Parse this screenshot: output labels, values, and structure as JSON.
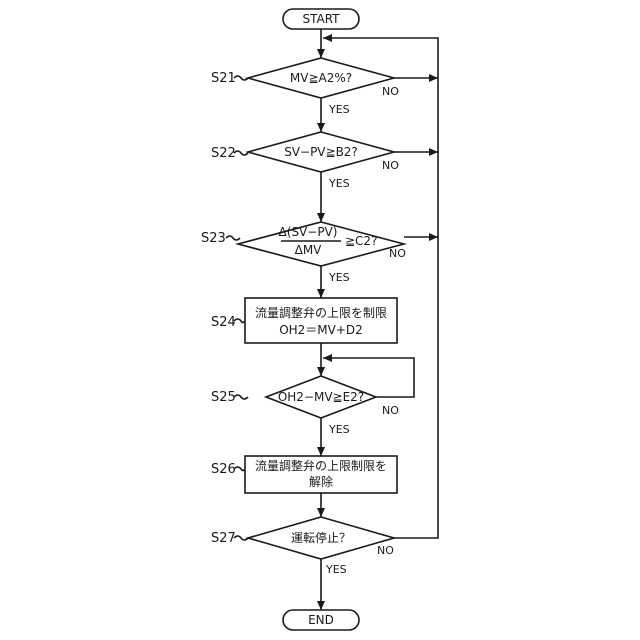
{
  "terminals": {
    "start": "START",
    "end": "END"
  },
  "steps": {
    "s21": {
      "label": "S21",
      "text": "MV≧A2%?",
      "yes": "YES",
      "no": "NO"
    },
    "s22": {
      "label": "S22",
      "text": "SV−PV≧B2?",
      "yes": "YES",
      "no": "NO"
    },
    "s23": {
      "label": "S23",
      "numerator": "Δ(SV−PV)",
      "denominator": "ΔMV",
      "suffix": "≧C2?",
      "yes": "YES",
      "no": "NO"
    },
    "s24": {
      "label": "S24",
      "line1": "流量調整弁の上限を制限",
      "line2": "OH2＝MV+D2"
    },
    "s25": {
      "label": "S25",
      "text": "OH2−MV≧E2?",
      "yes": "YES",
      "no": "NO"
    },
    "s26": {
      "label": "S26",
      "line1": "流量調整弁の上限制限を",
      "line2": "解除"
    },
    "s27": {
      "label": "S27",
      "text": "運転停止？",
      "yes": "YES",
      "no": "NO"
    }
  },
  "colors": {
    "stroke": "#1a1a1a",
    "fill": "#ffffff"
  }
}
